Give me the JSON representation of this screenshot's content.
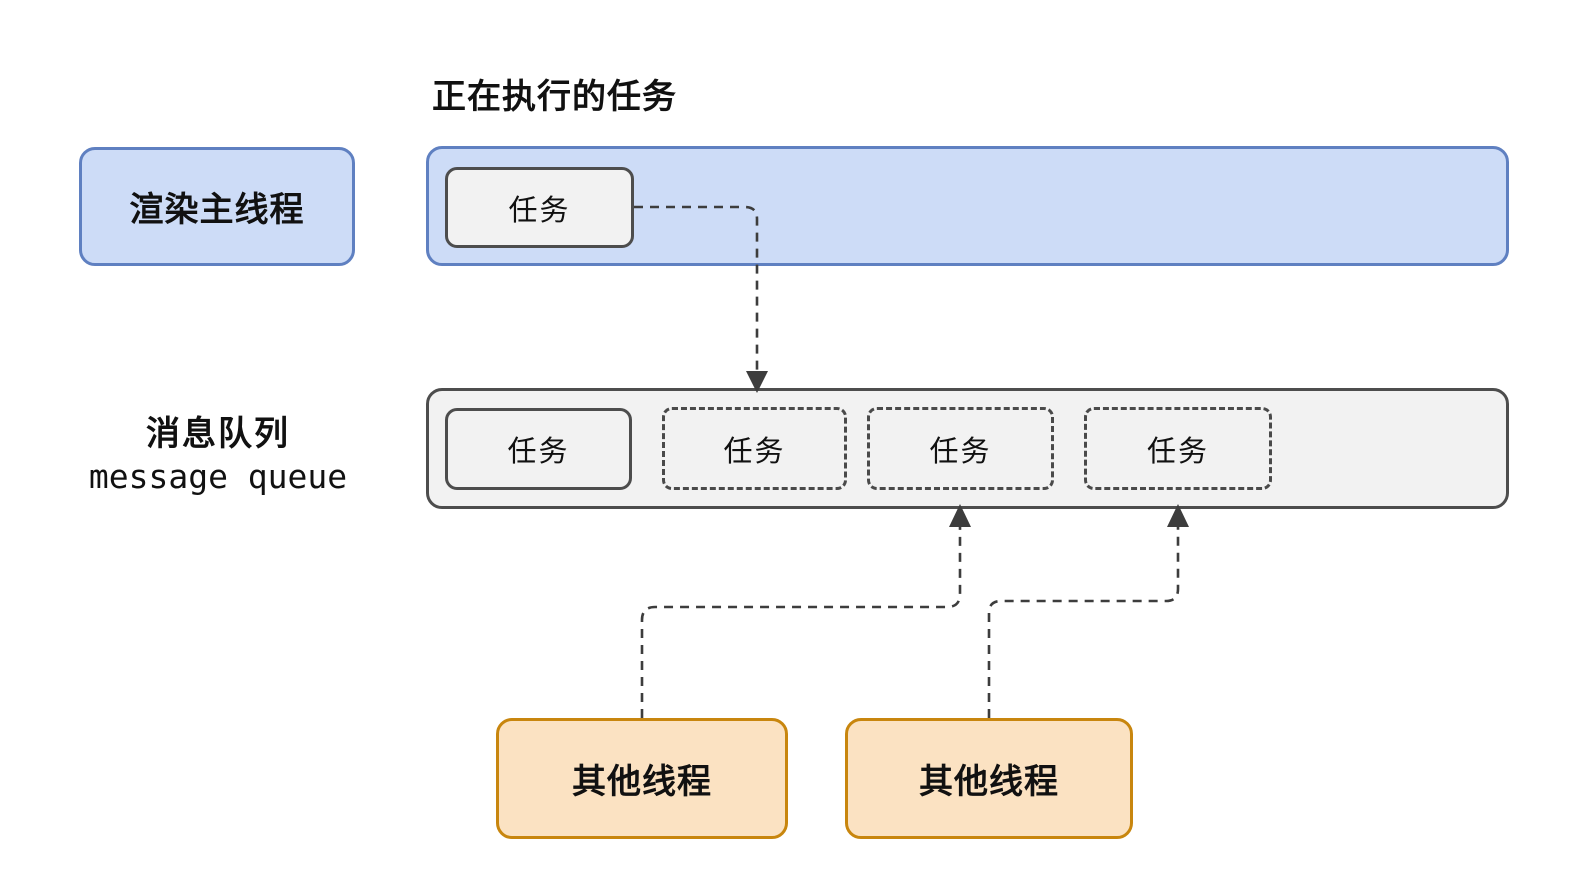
{
  "title": "正在执行的任务",
  "main_thread": {
    "label": "渲染主线程",
    "running_task": "任务"
  },
  "message_queue": {
    "label_zh": "消息队列",
    "label_en": "message queue",
    "tasks": [
      {
        "label": "任务",
        "style": "solid"
      },
      {
        "label": "任务",
        "style": "dashed"
      },
      {
        "label": "任务",
        "style": "dashed"
      },
      {
        "label": "任务",
        "style": "dashed"
      }
    ]
  },
  "other_threads": [
    {
      "label": "其他线程"
    },
    {
      "label": "其他线程"
    }
  ],
  "arrows": [
    {
      "from": "running-task",
      "to": "queue-slot-1",
      "style": "dashed"
    },
    {
      "from": "other-thread-1",
      "to": "queue-slot-2",
      "style": "dashed"
    },
    {
      "from": "other-thread-2",
      "to": "queue-slot-3",
      "style": "dashed"
    }
  ],
  "colors": {
    "thread_fill": "#cddcf7",
    "thread_border": "#5f80c1",
    "queue_fill": "#f2f2f2",
    "queue_border": "#4d4d4d",
    "other_fill": "#fbe2c2",
    "other_border": "#c8860e",
    "arrow": "#3d3d3d",
    "text": "#111111",
    "background": "#ffffff"
  }
}
